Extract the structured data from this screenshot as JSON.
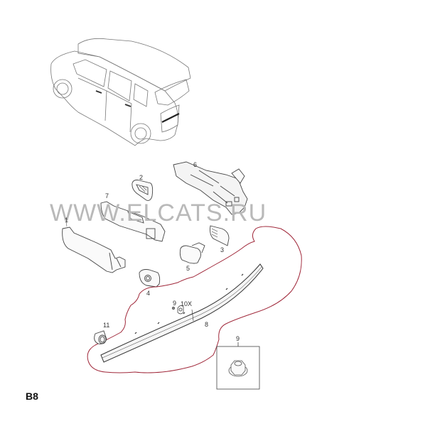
{
  "diagram": {
    "type": "exploded parts diagram",
    "subject": "Rear tailgate handle / trim strip assembly (MPV)",
    "page_code": "B8",
    "watermark": "WWW.ELCATS.RU",
    "colors": {
      "line": "#555555",
      "highlight_outline": "#a0283a",
      "watermark": "#b9b9b9",
      "background": "#ffffff"
    },
    "parts": [
      {
        "id": "1",
        "label": "1",
        "description": "outer door handle grip"
      },
      {
        "id": "2",
        "label": "2",
        "description": "handle bezel / escutcheon"
      },
      {
        "id": "3",
        "label": "3",
        "description": "handle insert / bracket"
      },
      {
        "id": "4",
        "label": "4",
        "description": "lock cylinder cap"
      },
      {
        "id": "5",
        "label": "5",
        "description": "handle end cap"
      },
      {
        "id": "6",
        "label": "6",
        "description": "handle carrier / frame"
      },
      {
        "id": "7",
        "label": "7",
        "description": "outer door handle grip (alternate)"
      },
      {
        "id": "8",
        "label": "8",
        "description": "tailgate trim strip (highlighted)"
      },
      {
        "id": "9",
        "label": "9",
        "description": "nut"
      },
      {
        "id": "10",
        "label": "10X",
        "description": "clip, quantity 10"
      },
      {
        "id": "11",
        "label": "11",
        "description": "grommet / plug"
      }
    ],
    "inset": {
      "label": "9",
      "description": "flange nut detail"
    }
  }
}
